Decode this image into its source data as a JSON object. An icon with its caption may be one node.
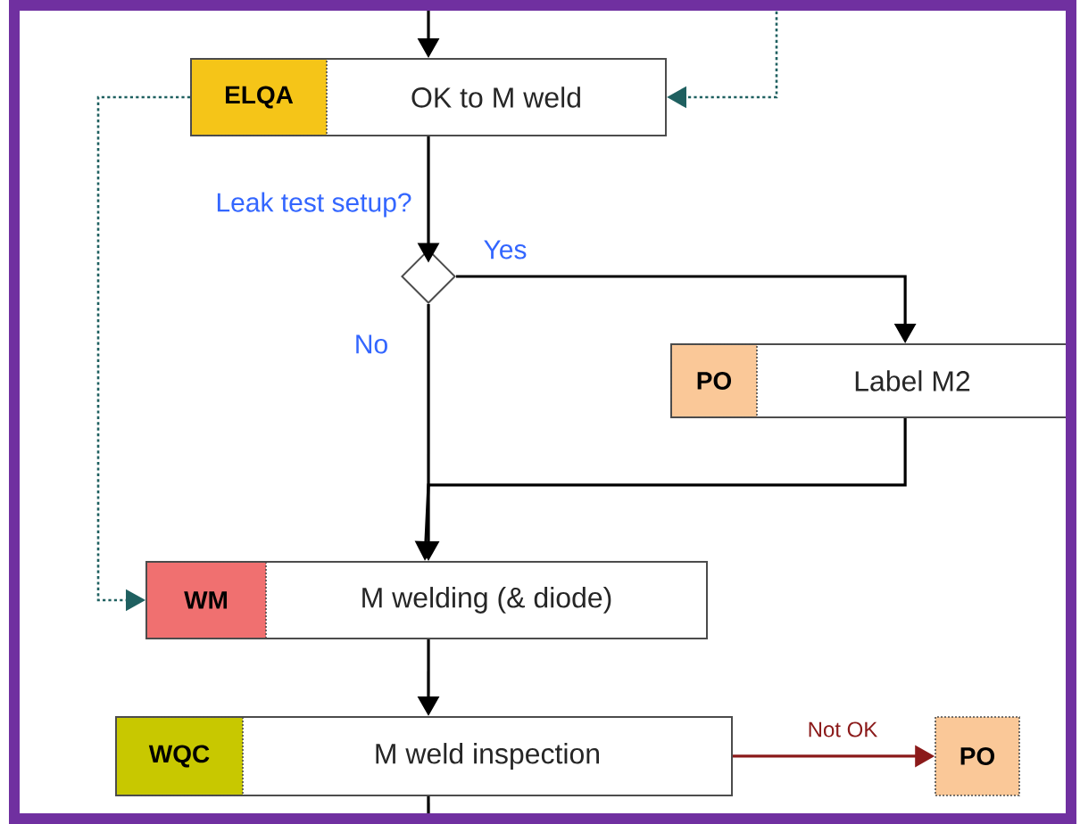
{
  "diagram": {
    "nodes": [
      {
        "text": [
          "ELQA",
          "OK to M weld"
        ]
      },
      {
        "text": [],
        "shape": "diamond",
        "beside": [
          "Leak test setup?"
        ]
      },
      {
        "text": [
          "PO",
          "Label M2"
        ]
      },
      {
        "text": [
          "WM",
          "M welding (& diode)"
        ]
      },
      {
        "text": [
          "WQC",
          "M weld inspection"
        ]
      },
      {
        "text": [
          "PO"
        ]
      }
    ],
    "edges": [
      {
        "from": null,
        "to": 0,
        "arrow": "to"
      },
      {
        "from": null,
        "to": 0,
        "arrow": "to",
        "style": "dashed",
        "color": "#1f6060"
      },
      {
        "from": 0,
        "to": 3,
        "arrow": "to",
        "style": "dashed",
        "color": "#1f6060"
      },
      {
        "from": 0,
        "to": 1,
        "arrow": "to"
      },
      {
        "from": 1,
        "to": 2,
        "arrow": "to",
        "label": "Yes"
      },
      {
        "from": 1,
        "to": 3,
        "arrow": "to",
        "label": "No"
      },
      {
        "from": 2,
        "to": 3,
        "arrow": "to"
      },
      {
        "from": 3,
        "to": 4,
        "arrow": "to"
      },
      {
        "from": 4,
        "to": 5,
        "arrow": "to",
        "label": "Not OK",
        "color": "#8b1a1a"
      },
      {
        "from": 4,
        "to": null,
        "arrow": "none"
      }
    ]
  }
}
